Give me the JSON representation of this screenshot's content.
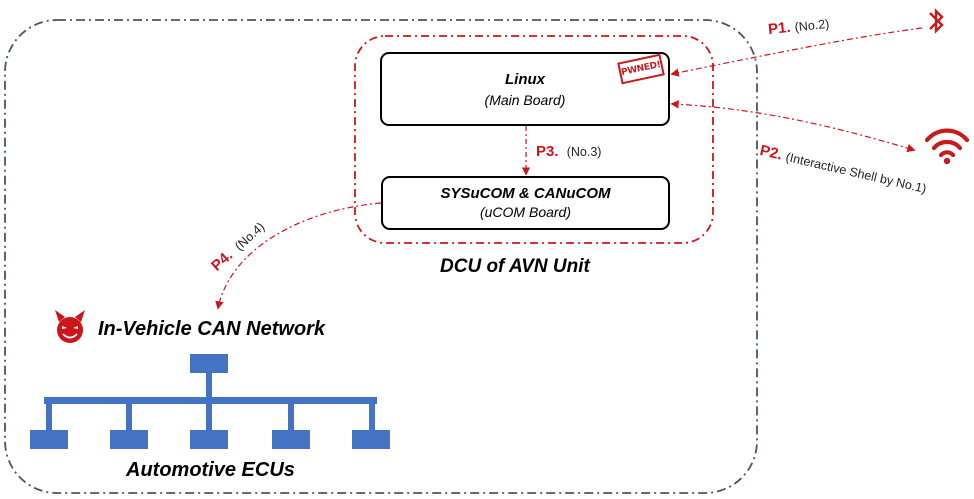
{
  "colors": {
    "accent_red": "#d0141b",
    "ecu_blue": "#4472c4",
    "outer_border": "#4b5563"
  },
  "boxes": {
    "linux": {
      "title": "Linux",
      "subtitle": "(Main Board)"
    },
    "ucom": {
      "title": "SYSuCOM & CANuCOM",
      "subtitle": "(uCOM Board)"
    }
  },
  "stamp_text": "PWNED!",
  "dcu_label": "DCU of AVN Unit",
  "can_network_label": "In-Vehicle CAN Network",
  "ecus_label": "Automotive ECUs",
  "paths": {
    "p1": {
      "label": "P1",
      "note": "(No.2)"
    },
    "p2": {
      "label": "P2",
      "note": "(Interactive Shell by No.1)"
    },
    "p3": {
      "label": "P3",
      "note": "(No.3)"
    },
    "p4": {
      "label": "P4",
      "note": "(No.4)"
    }
  },
  "icons": {
    "attack_source_1": "bluetooth-icon",
    "attack_source_2": "wifi-icon",
    "network_badge": "devil-face-icon"
  }
}
